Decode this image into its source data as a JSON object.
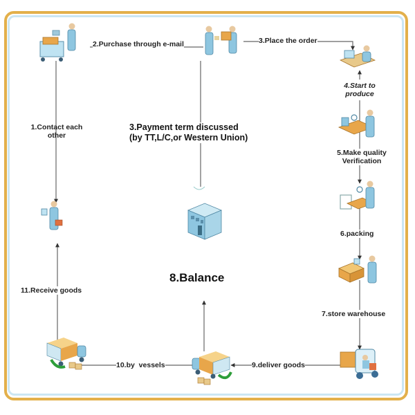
{
  "title": "Order Process Flow",
  "colors": {
    "frame_outer": "#E3B04B",
    "frame_inner": "#CBE6F3",
    "line": "#555555",
    "figure": "#8EC6E0",
    "box": "#E8A64A",
    "arrow_green": "#2E9E3A"
  },
  "steps": [
    {
      "id": "1",
      "label_line1": "1.Contact each",
      "label_line2": "other",
      "icon": "person-with-cart-icon"
    },
    {
      "id": "2",
      "label": "2.Purchase through e-mail",
      "icon": "two-people-exchange-icon"
    },
    {
      "id": "3a",
      "label": "3.Place the order",
      "icon": "person-with-package-icon"
    },
    {
      "id": "3b",
      "label_line1": "3.Payment term discussed",
      "label_line2": "(by TT,L/C,or Western Union)",
      "icon": "bank-building-icon"
    },
    {
      "id": "4",
      "label_line1": "4.Start to",
      "label_line2": "produce",
      "icon": "person-at-desk-icon"
    },
    {
      "id": "5",
      "label_line1": "5.Make quality",
      "label_line2": "Verification",
      "icon": "worker-at-conveyor-icon"
    },
    {
      "id": "6",
      "label": "6.packing",
      "icon": "worker-inspecting-icon"
    },
    {
      "id": "7",
      "label": "7.store warehouse",
      "icon": "worker-packing-box-icon"
    },
    {
      "id": "8",
      "label": "8.Balance",
      "icon": "none"
    },
    {
      "id": "9",
      "label": "9.deliver goods",
      "icon": "forklift-icon"
    },
    {
      "id": "10",
      "label": "10.by  vessels",
      "icon": "delivery-truck-icon"
    },
    {
      "id": "11",
      "label": "11.Receive goods",
      "icon": "person-with-briefcase-icon"
    }
  ]
}
